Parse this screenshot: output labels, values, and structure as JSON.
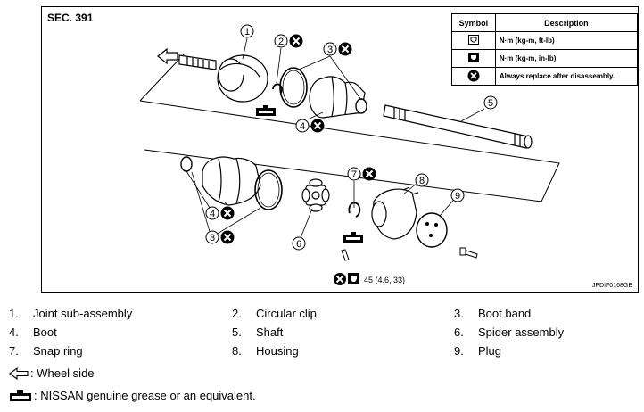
{
  "figure": {
    "section": "SEC. 391",
    "figure_id": "JPDIF0168GB",
    "torque_value": "45 (4.6, 33)",
    "legend": {
      "header_symbol": "Symbol",
      "header_description": "Description",
      "rows": [
        {
          "icon": "torque-wrench-icon",
          "description": "N·m (kg-m, ft-lb)"
        },
        {
          "icon": "torque-wrench-filled-icon",
          "description": "N·m (kg-m, in-lb)"
        },
        {
          "icon": "always-replace-icon",
          "description": "Always replace after disassembly."
        }
      ]
    },
    "callouts": [
      "1",
      "2",
      "3",
      "4",
      "5",
      "6",
      "7",
      "8",
      "9"
    ]
  },
  "parts": [
    {
      "num": "1.",
      "name": "Joint sub-assembly"
    },
    {
      "num": "2.",
      "name": "Circular clip"
    },
    {
      "num": "3.",
      "name": "Boot band"
    },
    {
      "num": "4.",
      "name": "Boot"
    },
    {
      "num": "5.",
      "name": "Shaft"
    },
    {
      "num": "6.",
      "name": "Spider assembly"
    },
    {
      "num": "7.",
      "name": "Snap ring"
    },
    {
      "num": "8.",
      "name": "Housing"
    },
    {
      "num": "9.",
      "name": "Plug"
    }
  ],
  "notes": {
    "wheel_side": ": Wheel side",
    "grease": ": NISSAN genuine grease or an equivalent."
  }
}
